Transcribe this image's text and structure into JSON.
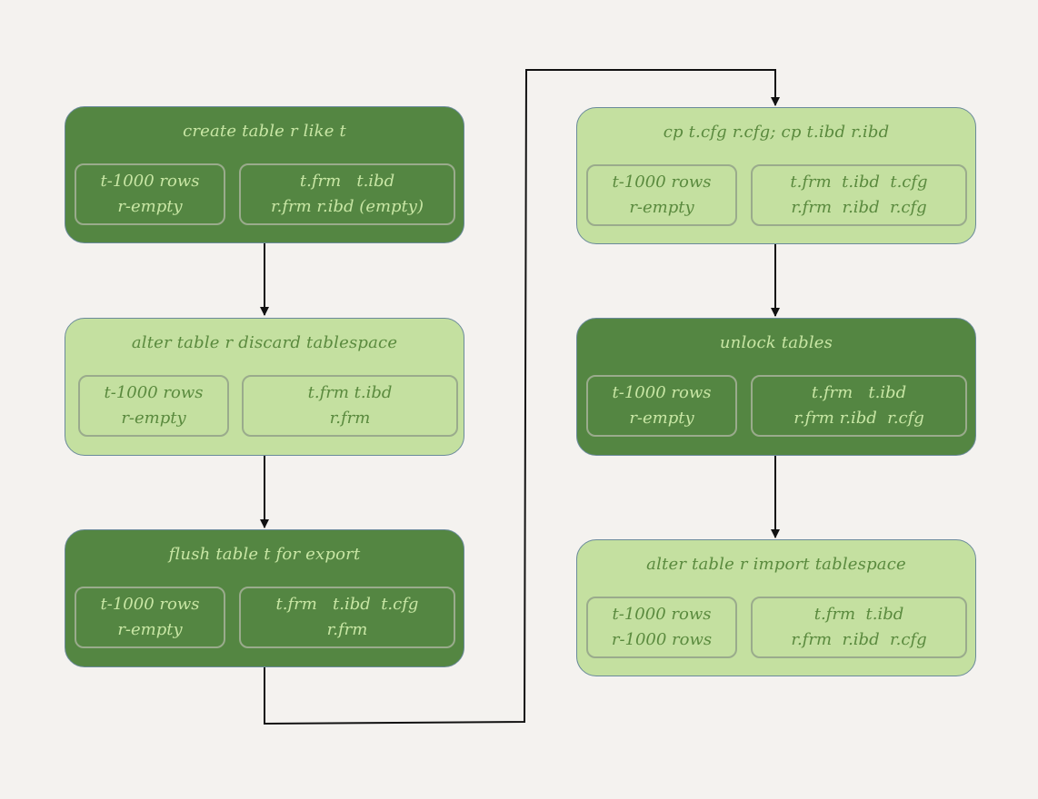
{
  "steps": [
    {
      "id": "create",
      "title": "create table r like t",
      "theme": "dark",
      "left_lines": [
        "t-1000 rows",
        "r-empty"
      ],
      "right_lines": [
        "t.frm   t.ibd",
        "r.frm r.ibd (empty)"
      ]
    },
    {
      "id": "discard",
      "title": "alter table r discard tablespace",
      "theme": "light",
      "left_lines": [
        "t-1000 rows",
        "r-empty"
      ],
      "right_lines": [
        "t.frm t.ibd",
        "r.frm"
      ]
    },
    {
      "id": "flush",
      "title": "flush table t for export",
      "theme": "dark",
      "left_lines": [
        "t-1000 rows",
        "r-empty"
      ],
      "right_lines": [
        "t.frm   t.ibd  t.cfg",
        "r.frm"
      ]
    },
    {
      "id": "copy",
      "title": "cp t.cfg r.cfg; cp t.ibd r.ibd",
      "theme": "light",
      "left_lines": [
        "t-1000 rows",
        "r-empty"
      ],
      "right_lines": [
        "t.frm  t.ibd  t.cfg",
        "r.frm  r.ibd  r.cfg"
      ]
    },
    {
      "id": "unlock",
      "title": "unlock tables",
      "theme": "dark",
      "left_lines": [
        "t-1000 rows",
        "r-empty"
      ],
      "right_lines": [
        "t.frm   t.ibd",
        "r.frm r.ibd  r.cfg"
      ]
    },
    {
      "id": "import",
      "title": "alter table r import tablespace",
      "theme": "light",
      "left_lines": [
        "t-1000 rows",
        "r-1000 rows"
      ],
      "right_lines": [
        "t.frm  t.ibd",
        "r.frm  r.ibd  r.cfg"
      ]
    }
  ],
  "colors": {
    "background": "#f4f2ef",
    "dark_box": "#548642",
    "light_box": "#c4e0a0",
    "dark_text": "#c8e6a4",
    "light_text": "#5a8a3e",
    "arrow": "#111111"
  }
}
